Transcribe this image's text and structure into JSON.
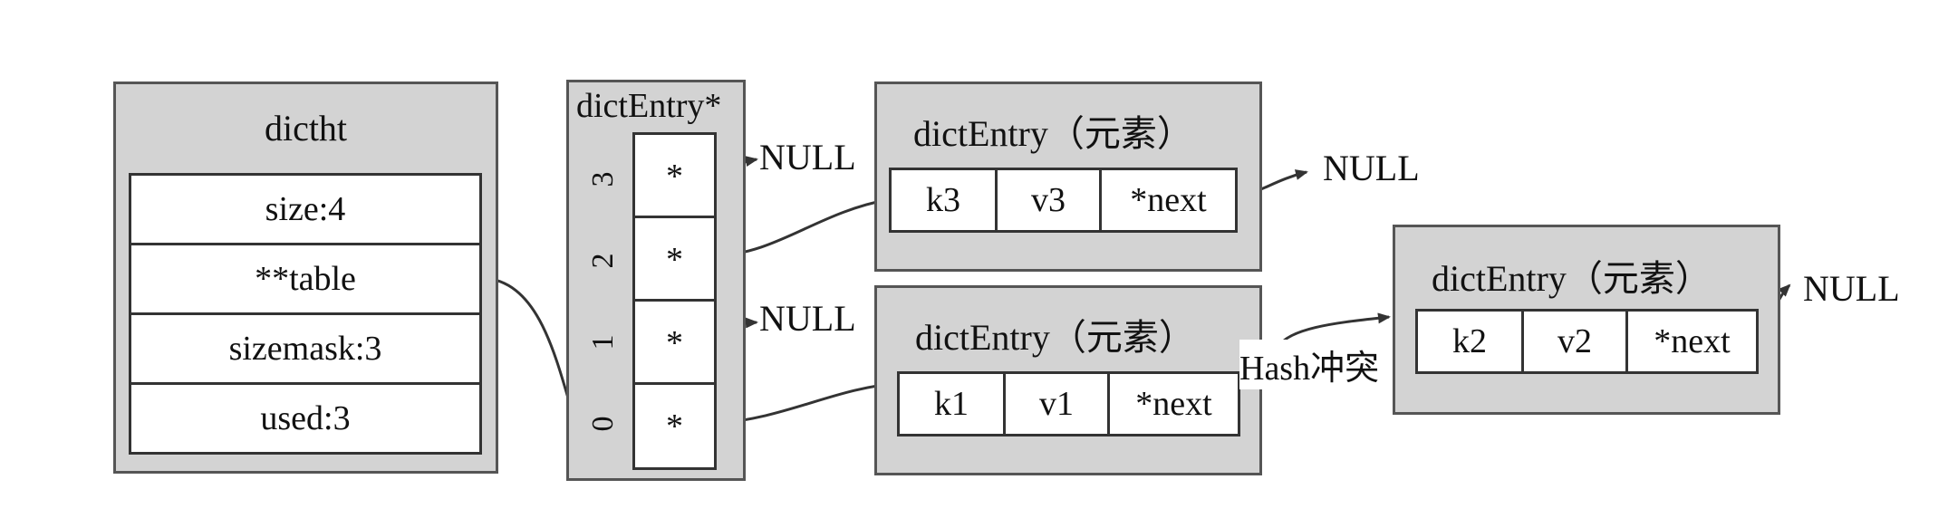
{
  "dictht": {
    "title": "dictht",
    "fields": [
      "size:4",
      "**table",
      "sizemask:3",
      "used:3"
    ]
  },
  "bucket_array": {
    "title": "dictEntry*",
    "slots": [
      {
        "index": "3",
        "value": "*"
      },
      {
        "index": "2",
        "value": "*"
      },
      {
        "index": "1",
        "value": "*"
      },
      {
        "index": "0",
        "value": "*"
      }
    ]
  },
  "null_labels": {
    "slot3": "NULL",
    "slot1": "NULL",
    "entry_k3": "NULL",
    "entry_k2": "NULL"
  },
  "entries": {
    "k3": {
      "title": "dictEntry（元素）",
      "key": "k3",
      "value": "v3",
      "next": "*next"
    },
    "k1": {
      "title": "dictEntry（元素）",
      "key": "k1",
      "value": "v1",
      "next": "*next"
    },
    "k2": {
      "title": "dictEntry（元素）",
      "key": "k2",
      "value": "v2",
      "next": "*next"
    }
  },
  "collision_label": "Hash冲突"
}
